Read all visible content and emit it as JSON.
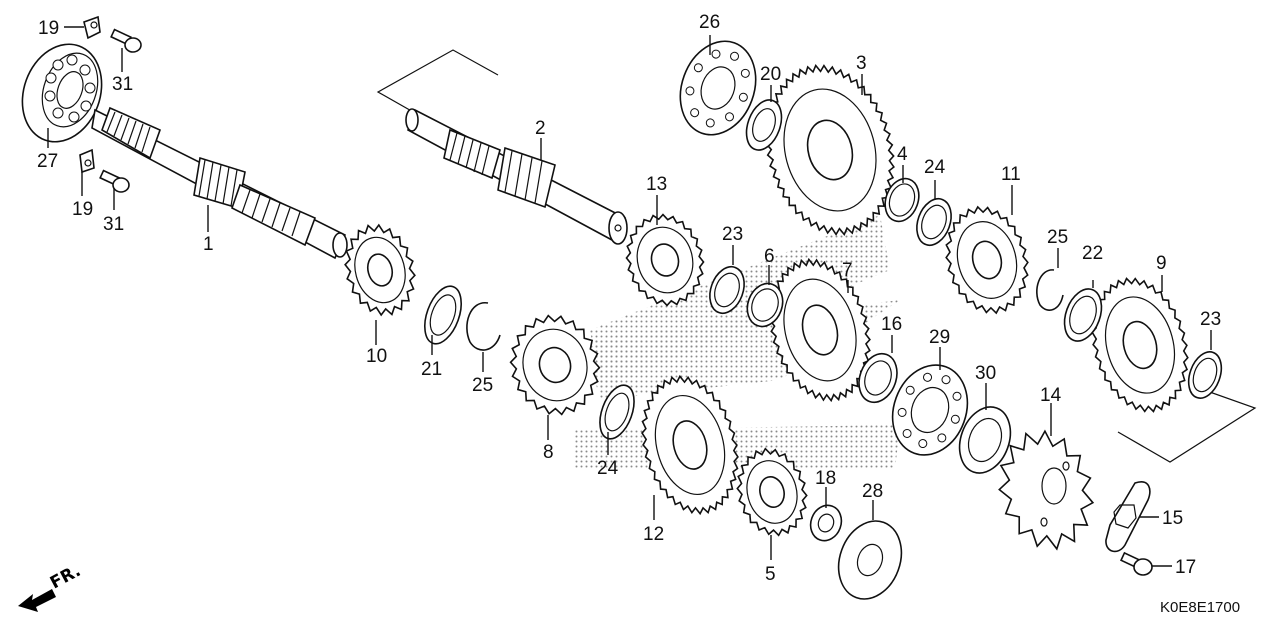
{
  "diagram": {
    "title": "Transmission exploded parts diagram",
    "diagram_code": "K0E8E1700",
    "direction_indicator": {
      "label": "FR.",
      "icon": "front-direction-arrow-icon"
    },
    "colors": {
      "line": "#111111",
      "background": "#ffffff",
      "shading": "#9a9a9a"
    },
    "callouts": [
      {
        "ref": "1",
        "part": "mainshaft"
      },
      {
        "ref": "2",
        "part": "countershaft"
      },
      {
        "ref": "3",
        "part": "large gear (primary driven)"
      },
      {
        "ref": "4",
        "part": "needle bushing"
      },
      {
        "ref": "5",
        "part": "gear"
      },
      {
        "ref": "6",
        "part": "needle bushing"
      },
      {
        "ref": "7",
        "part": "gear"
      },
      {
        "ref": "8",
        "part": "gear"
      },
      {
        "ref": "9",
        "part": "gear"
      },
      {
        "ref": "10",
        "part": "gear"
      },
      {
        "ref": "11",
        "part": "gear"
      },
      {
        "ref": "12",
        "part": "gear"
      },
      {
        "ref": "13",
        "part": "gear"
      },
      {
        "ref": "14",
        "part": "drive sprocket"
      },
      {
        "ref": "15",
        "part": "sprocket fixing plate"
      },
      {
        "ref": "16",
        "part": "washer"
      },
      {
        "ref": "17",
        "part": "bolt"
      },
      {
        "ref": "18",
        "part": "washer"
      },
      {
        "ref": "19",
        "part": "bearing set plate"
      },
      {
        "ref": "20",
        "part": "washer"
      },
      {
        "ref": "21",
        "part": "thrust washer"
      },
      {
        "ref": "22",
        "part": "thrust washer"
      },
      {
        "ref": "23",
        "part": "washer"
      },
      {
        "ref": "24",
        "part": "washer"
      },
      {
        "ref": "25",
        "part": "circlip"
      },
      {
        "ref": "26",
        "part": "ball bearing"
      },
      {
        "ref": "27",
        "part": "ball bearing"
      },
      {
        "ref": "28",
        "part": "bearing"
      },
      {
        "ref": "29",
        "part": "ball bearing"
      },
      {
        "ref": "30",
        "part": "oil seal"
      },
      {
        "ref": "31",
        "part": "bolt"
      }
    ],
    "labels": {
      "l19a": "19",
      "l31a": "31",
      "l27": "27",
      "l19b": "19",
      "l31b": "31",
      "l1": "1",
      "l2": "2",
      "l26": "26",
      "l20": "20",
      "l3": "3",
      "l4": "4",
      "l24a": "24",
      "l11": "11",
      "l13": "13",
      "l23a": "23",
      "l6": "6",
      "l7": "7",
      "l25a": "25",
      "l22": "22",
      "l9": "9",
      "l23b": "23",
      "l10": "10",
      "l21": "21",
      "l25b": "25",
      "l8": "8",
      "l24b": "24",
      "l16": "16",
      "l29": "29",
      "l30": "30",
      "l14": "14",
      "l12": "12",
      "l5": "5",
      "l18": "18",
      "l28": "28",
      "l15": "15",
      "l17": "17"
    }
  }
}
